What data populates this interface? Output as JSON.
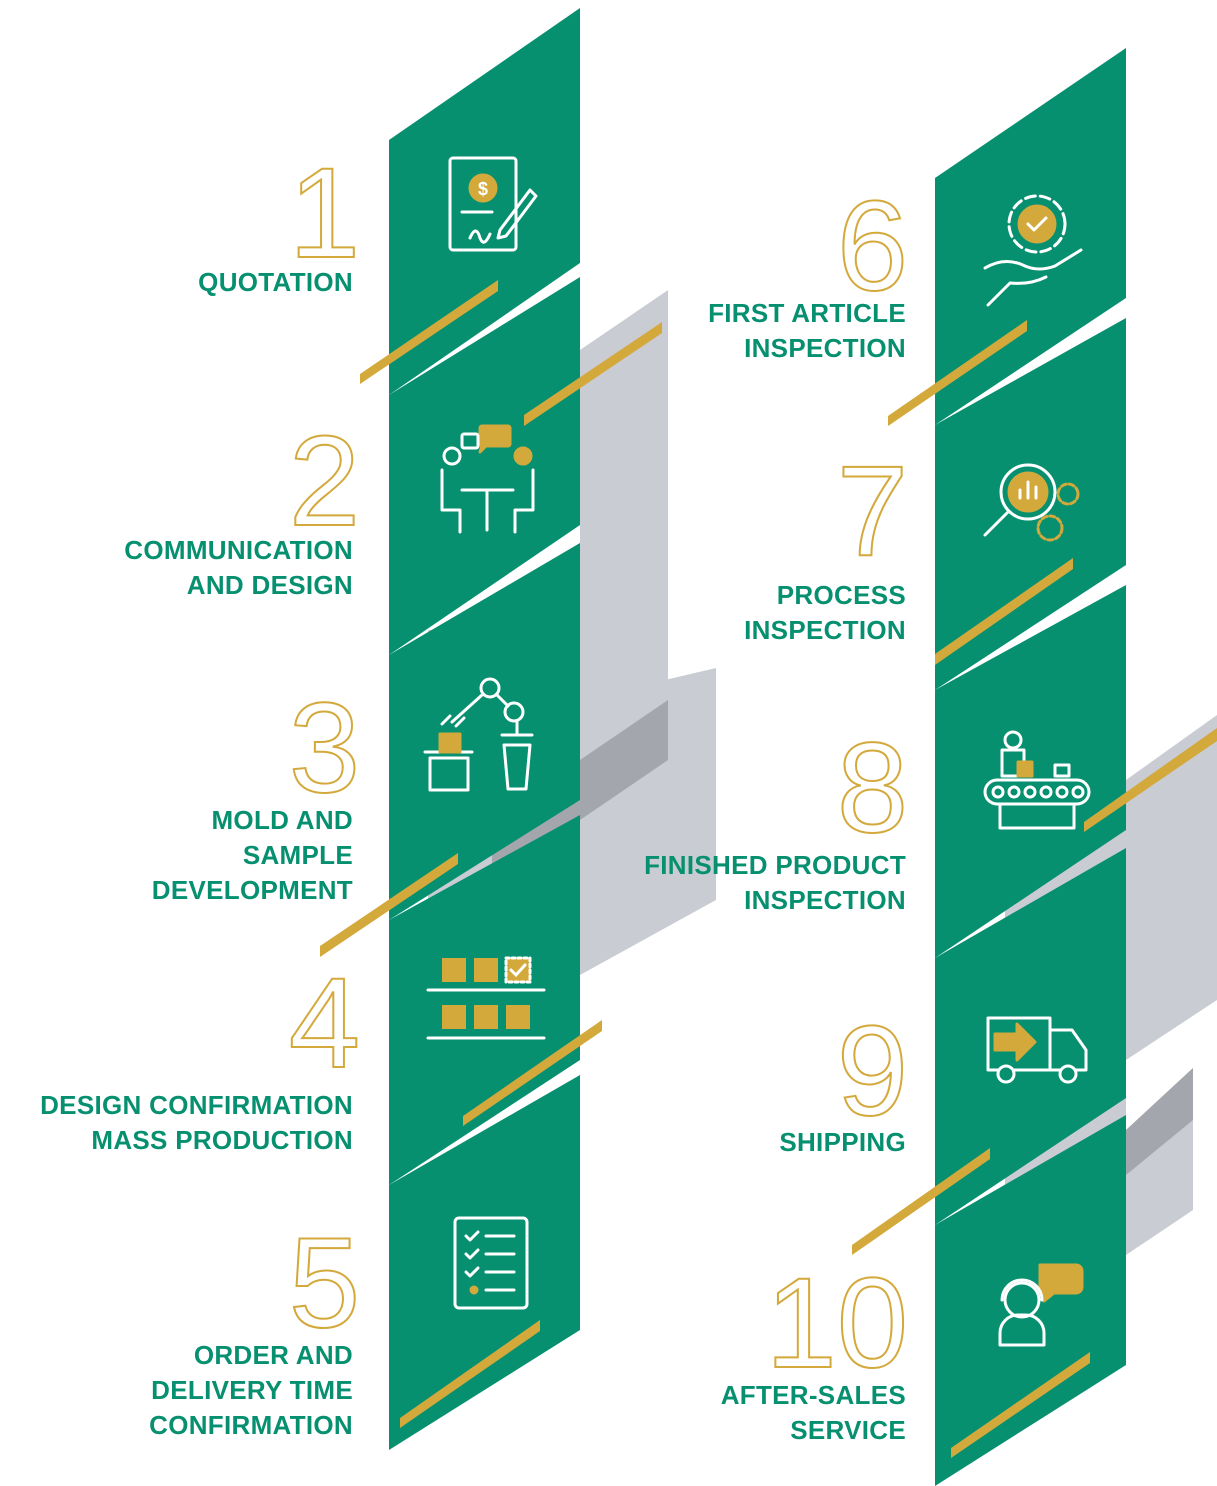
{
  "colors": {
    "green": "#069070",
    "gold": "#d4a93c",
    "gray": "#c9ccd2",
    "gray_dark": "#a3a6ad",
    "white": "#ffffff"
  },
  "steps": [
    {
      "number": "1",
      "label": "QUOTATION",
      "icon": "quotation-document-icon"
    },
    {
      "number": "2",
      "label": "COMMUNICATION\nAND DESIGN",
      "icon": "meeting-people-icon"
    },
    {
      "number": "3",
      "label": "MOLD AND\nSAMPLE\nDEVELOPMENT",
      "icon": "robot-arm-icon"
    },
    {
      "number": "4",
      "label": "DESIGN CONFIRMATION\nMASS PRODUCTION",
      "icon": "inventory-shelf-icon"
    },
    {
      "number": "5",
      "label": "ORDER AND\nDELIVERY TIME\nCONFIRMATION",
      "icon": "checklist-icon"
    },
    {
      "number": "6",
      "label": "FIRST ARTICLE\nINSPECTION",
      "icon": "gear-check-hand-icon"
    },
    {
      "number": "7",
      "label": "PROCESS\nINSPECTION",
      "icon": "magnifier-gears-icon"
    },
    {
      "number": "8",
      "label": "FINISHED PRODUCT\nINSPECTION",
      "icon": "conveyor-worker-icon"
    },
    {
      "number": "9",
      "label": "SHIPPING",
      "icon": "delivery-truck-icon"
    },
    {
      "number": "10",
      "label": "AFTER-SALES\nSERVICE",
      "icon": "support-agent-icon"
    }
  ]
}
